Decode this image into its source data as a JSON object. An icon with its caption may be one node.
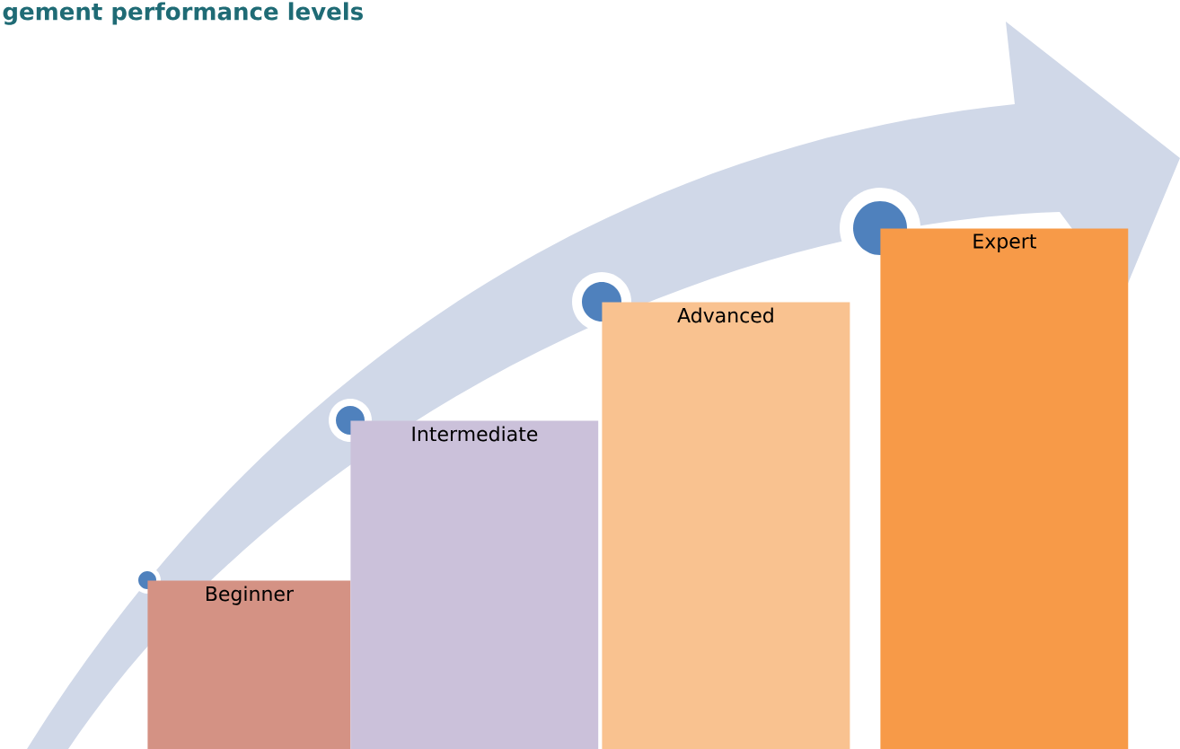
{
  "diagram": {
    "title": "gement performance levels",
    "nodes": [
      {
        "text": [
          "Beginner"
        ]
      },
      {
        "text": [
          "Intermediate"
        ]
      },
      {
        "text": [
          "Advanced"
        ]
      },
      {
        "text": [
          "Expert"
        ]
      }
    ]
  }
}
